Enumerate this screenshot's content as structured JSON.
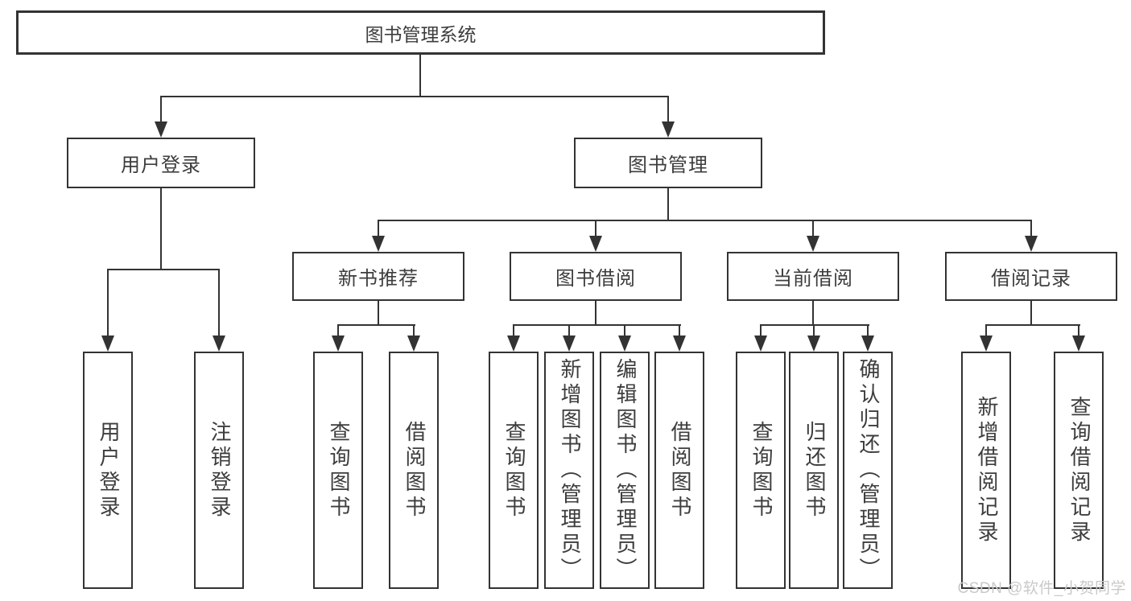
{
  "diagram": {
    "root": {
      "label": "图书管理系统"
    },
    "branches": [
      {
        "label": "用户登录",
        "children": [
          {
            "label": "用户登录"
          },
          {
            "label": "注销登录"
          }
        ]
      },
      {
        "label": "图书管理",
        "children": [
          {
            "label": "新书推荐",
            "children": [
              {
                "label": "查询图书"
              },
              {
                "label": "借阅图书"
              }
            ]
          },
          {
            "label": "图书借阅",
            "children": [
              {
                "label": "查询图书"
              },
              {
                "label": "新增图书（管理员）"
              },
              {
                "label": "编辑图书（管理员）"
              },
              {
                "label": "借阅图书"
              }
            ]
          },
          {
            "label": "当前借阅",
            "children": [
              {
                "label": "查询图书"
              },
              {
                "label": "归还图书"
              },
              {
                "label": "确认归还（管理员）"
              }
            ]
          },
          {
            "label": "借阅记录",
            "children": [
              {
                "label": "新增借阅记录"
              },
              {
                "label": "查询借阅记录"
              }
            ]
          }
        ]
      }
    ]
  },
  "watermark": {
    "text": "CSDN @软件_小贺同学"
  },
  "colors": {
    "line": "#333333",
    "text": "#3d3d3d",
    "watermark": "#c9c9c9",
    "background": "#ffffff"
  }
}
